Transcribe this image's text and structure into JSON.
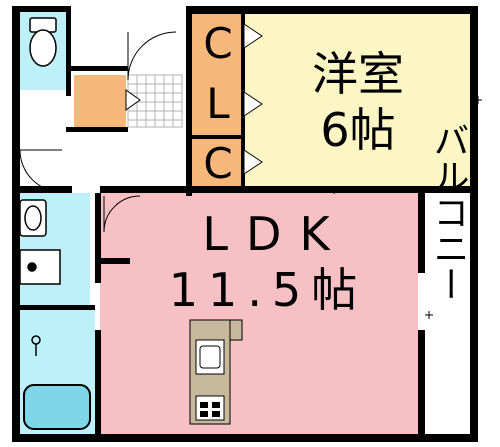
{
  "rooms": {
    "western_room": {
      "name": "洋室",
      "size": "6帖",
      "color": "#fbf6c4"
    },
    "ldk": {
      "name": "LDK",
      "size": "11.5帖",
      "color": "#f6c0c4"
    },
    "balcony": {
      "name": "バルコニー"
    },
    "closet_large": {
      "name": "CL",
      "color": "#f6b77a"
    },
    "closet_small": {
      "name": "C",
      "color": "#f6b77a"
    }
  },
  "colors": {
    "wet_area": "#bdf0f8",
    "storage": "#f6b77a",
    "wall": "#000000",
    "floor_white": "#ffffff",
    "kitchen_counter": "#c7b89c"
  }
}
